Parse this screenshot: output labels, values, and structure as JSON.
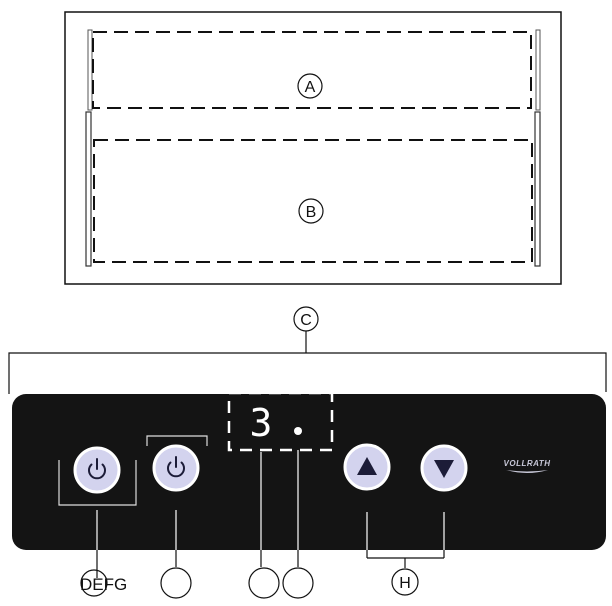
{
  "callouts": {
    "a": "A",
    "b": "B",
    "c": "C",
    "h": "H",
    "defg": "DEFG"
  },
  "display": {
    "digit": "3"
  },
  "brand": {
    "logo_text": "VOLLRATH"
  },
  "colors": {
    "panel": "#141414",
    "button_fill": "#d3d3ee",
    "button_ring": "#ffffff",
    "icon_dark": "#1c1c38",
    "display_segments": "#ffffff",
    "line": "#111111"
  },
  "icons": {
    "power_1": "power-icon",
    "power_2": "power-icon",
    "up": "triangle-up-icon",
    "down": "triangle-down-icon"
  }
}
